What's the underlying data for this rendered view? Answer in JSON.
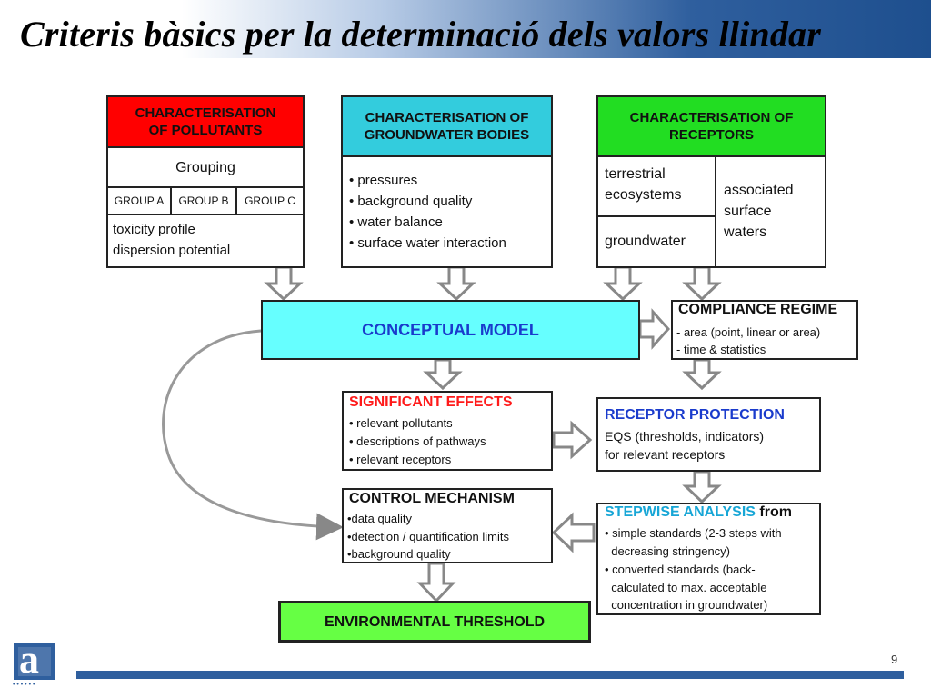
{
  "title": "Criteris bàsics per la determinació dels valors llindar",
  "page_number": "9",
  "logo": {
    "letter": "a",
    "dots": "• • • • • •"
  },
  "colors": {
    "red_header": "#ff0000",
    "cyan_header": "#33ccdd",
    "green_header": "#22dd22",
    "conceptual": "#66ffff",
    "threshold": "#66ff44",
    "accent_blue": "#2f5f9e"
  },
  "pollutants": {
    "header": [
      "CHARACTERISATION",
      "OF POLLUTANTS"
    ],
    "grouping": "Grouping",
    "groups": [
      "GROUP A",
      "GROUP B",
      "GROUP C"
    ],
    "lines": [
      "toxicity profile",
      "dispersion potential"
    ]
  },
  "groundwater": {
    "header": [
      "CHARACTERISATION OF",
      "GROUNDWATER BODIES"
    ],
    "items": [
      "• pressures",
      "• background quality",
      "• water balance",
      "• surface water interaction"
    ]
  },
  "receptors": {
    "header": [
      "CHARACTERISATION OF",
      "RECEPTORS"
    ],
    "terrestrial": [
      "terrestrial",
      "ecosystems"
    ],
    "groundwater": "groundwater",
    "surface": [
      "associated",
      "surface",
      "waters"
    ]
  },
  "conceptual_model": "CONCEPTUAL MODEL",
  "compliance": {
    "title": "COMPLIANCE REGIME",
    "lines": [
      "- area (point, linear or area)",
      "- time & statistics"
    ]
  },
  "significant": {
    "title": "SIGNIFICANT EFFECTS",
    "items": [
      "• relevant pollutants",
      "• descriptions of pathways",
      "• relevant receptors"
    ]
  },
  "receptor_protection": {
    "title": "RECEPTOR PROTECTION",
    "lines": [
      "EQS (thresholds, indicators)",
      "for relevant receptors"
    ]
  },
  "control": {
    "title": "CONTROL MECHANISM",
    "items": [
      "•data quality",
      "•detection / quantification limits",
      "•background quality"
    ]
  },
  "stepwise": {
    "title_colored": "STEPWISE ANALYSIS",
    "title_rest": " from",
    "lines": [
      "• simple standards (2-3 steps with",
      "  decreasing stringency)",
      "• converted standards (back-",
      "  calculated to max. acceptable",
      "  concentration in groundwater)"
    ]
  },
  "environmental_threshold": "ENVIRONMENTAL THRESHOLD"
}
